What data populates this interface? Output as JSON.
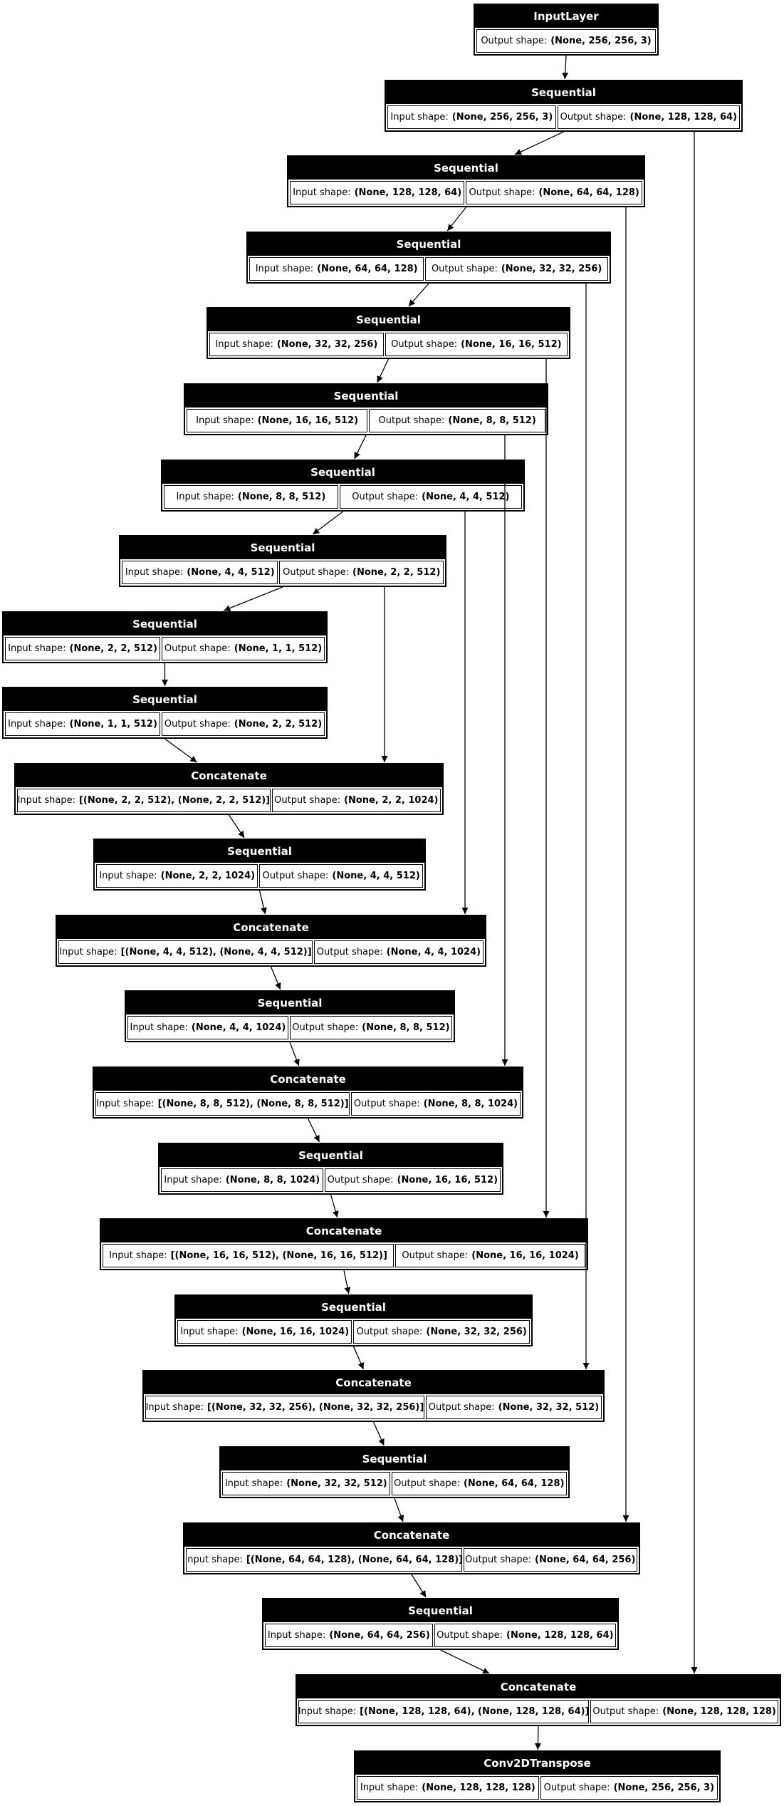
{
  "diagram": {
    "kind": "keras-model-architecture",
    "labels": {
      "input_prefix": "Input shape:",
      "output_prefix": "Output shape:"
    },
    "colors": {
      "background": "#ffffff",
      "node_border": "#000000",
      "header_bg": "#000000",
      "header_text": "#ffffff",
      "cell_bg": "#ffffff",
      "cell_text": "#000000",
      "edge": "#000000"
    },
    "nodes": [
      {
        "type": "InputLayer",
        "output": "(None, 256, 256, 3)"
      },
      {
        "type": "Sequential",
        "input": "(None, 256, 256, 3)",
        "output": "(None, 128, 128, 64)"
      },
      {
        "type": "Sequential",
        "input": "(None, 128, 128, 64)",
        "output": "(None, 64, 64, 128)"
      },
      {
        "type": "Sequential",
        "input": "(None, 64, 64, 128)",
        "output": "(None, 32, 32, 256)"
      },
      {
        "type": "Sequential",
        "input": "(None, 32, 32, 256)",
        "output": "(None, 16, 16, 512)"
      },
      {
        "type": "Sequential",
        "input": "(None, 16, 16, 512)",
        "output": "(None, 8, 8, 512)"
      },
      {
        "type": "Sequential",
        "input": "(None, 8, 8, 512)",
        "output": "(None, 4, 4, 512)"
      },
      {
        "type": "Sequential",
        "input": "(None, 4, 4, 512)",
        "output": "(None, 2, 2, 512)"
      },
      {
        "type": "Sequential",
        "input": "(None, 2, 2, 512)",
        "output": "(None, 1, 1, 512)"
      },
      {
        "type": "Sequential",
        "input": "(None, 1, 1, 512)",
        "output": "(None, 2, 2, 512)"
      },
      {
        "type": "Concatenate",
        "input": "[(None, 2, 2, 512), (None, 2, 2, 512)]",
        "output": "(None, 2, 2, 1024)"
      },
      {
        "type": "Sequential",
        "input": "(None, 2, 2, 1024)",
        "output": "(None, 4, 4, 512)"
      },
      {
        "type": "Concatenate",
        "input": "[(None, 4, 4, 512), (None, 4, 4, 512)]",
        "output": "(None, 4, 4, 1024)"
      },
      {
        "type": "Sequential",
        "input": "(None, 4, 4, 1024)",
        "output": "(None, 8, 8, 512)"
      },
      {
        "type": "Concatenate",
        "input": "[(None, 8, 8, 512), (None, 8, 8, 512)]",
        "output": "(None, 8, 8, 1024)"
      },
      {
        "type": "Sequential",
        "input": "(None, 8, 8, 1024)",
        "output": "(None, 16, 16, 512)"
      },
      {
        "type": "Concatenate",
        "input": "[(None, 16, 16, 512), (None, 16, 16, 512)]",
        "output": "(None, 16, 16, 1024)"
      },
      {
        "type": "Sequential",
        "input": "(None, 16, 16, 1024)",
        "output": "(None, 32, 32, 256)"
      },
      {
        "type": "Concatenate",
        "input": "[(None, 32, 32, 256), (None, 32, 32, 256)]",
        "output": "(None, 32, 32, 512)"
      },
      {
        "type": "Sequential",
        "input": "(None, 32, 32, 512)",
        "output": "(None, 64, 64, 128)"
      },
      {
        "type": "Concatenate",
        "input": "[(None, 64, 64, 128), (None, 64, 64, 128)]",
        "output": "(None, 64, 64, 256)"
      },
      {
        "type": "Sequential",
        "input": "(None, 64, 64, 256)",
        "output": "(None, 128, 128, 64)"
      },
      {
        "type": "Concatenate",
        "input": "[(None, 128, 128, 64), (None, 128, 128, 64)]",
        "output": "(None, 128, 128, 128)"
      },
      {
        "type": "Conv2DTranspose",
        "input": "(None, 128, 128, 128)",
        "output": "(None, 256, 256, 3)"
      }
    ],
    "edges": [
      {
        "from": 0,
        "to": 1
      },
      {
        "from": 1,
        "to": 2
      },
      {
        "from": 2,
        "to": 3
      },
      {
        "from": 3,
        "to": 4
      },
      {
        "from": 4,
        "to": 5
      },
      {
        "from": 5,
        "to": 6
      },
      {
        "from": 6,
        "to": 7
      },
      {
        "from": 7,
        "to": 8
      },
      {
        "from": 8,
        "to": 9
      },
      {
        "from": 9,
        "to": 10
      },
      {
        "from": 10,
        "to": 11
      },
      {
        "from": 11,
        "to": 12
      },
      {
        "from": 12,
        "to": 13
      },
      {
        "from": 13,
        "to": 14
      },
      {
        "from": 14,
        "to": 15
      },
      {
        "from": 15,
        "to": 16
      },
      {
        "from": 16,
        "to": 17
      },
      {
        "from": 17,
        "to": 18
      },
      {
        "from": 18,
        "to": 19
      },
      {
        "from": 19,
        "to": 20
      },
      {
        "from": 20,
        "to": 21
      },
      {
        "from": 21,
        "to": 22
      },
      {
        "from": 22,
        "to": 23
      },
      {
        "from": 1,
        "to": 22,
        "skip": true
      },
      {
        "from": 2,
        "to": 20,
        "skip": true
      },
      {
        "from": 3,
        "to": 18,
        "skip": true
      },
      {
        "from": 4,
        "to": 16,
        "skip": true
      },
      {
        "from": 5,
        "to": 14,
        "skip": true
      },
      {
        "from": 6,
        "to": 12,
        "skip": true
      },
      {
        "from": 7,
        "to": 10,
        "skip": true
      }
    ]
  }
}
